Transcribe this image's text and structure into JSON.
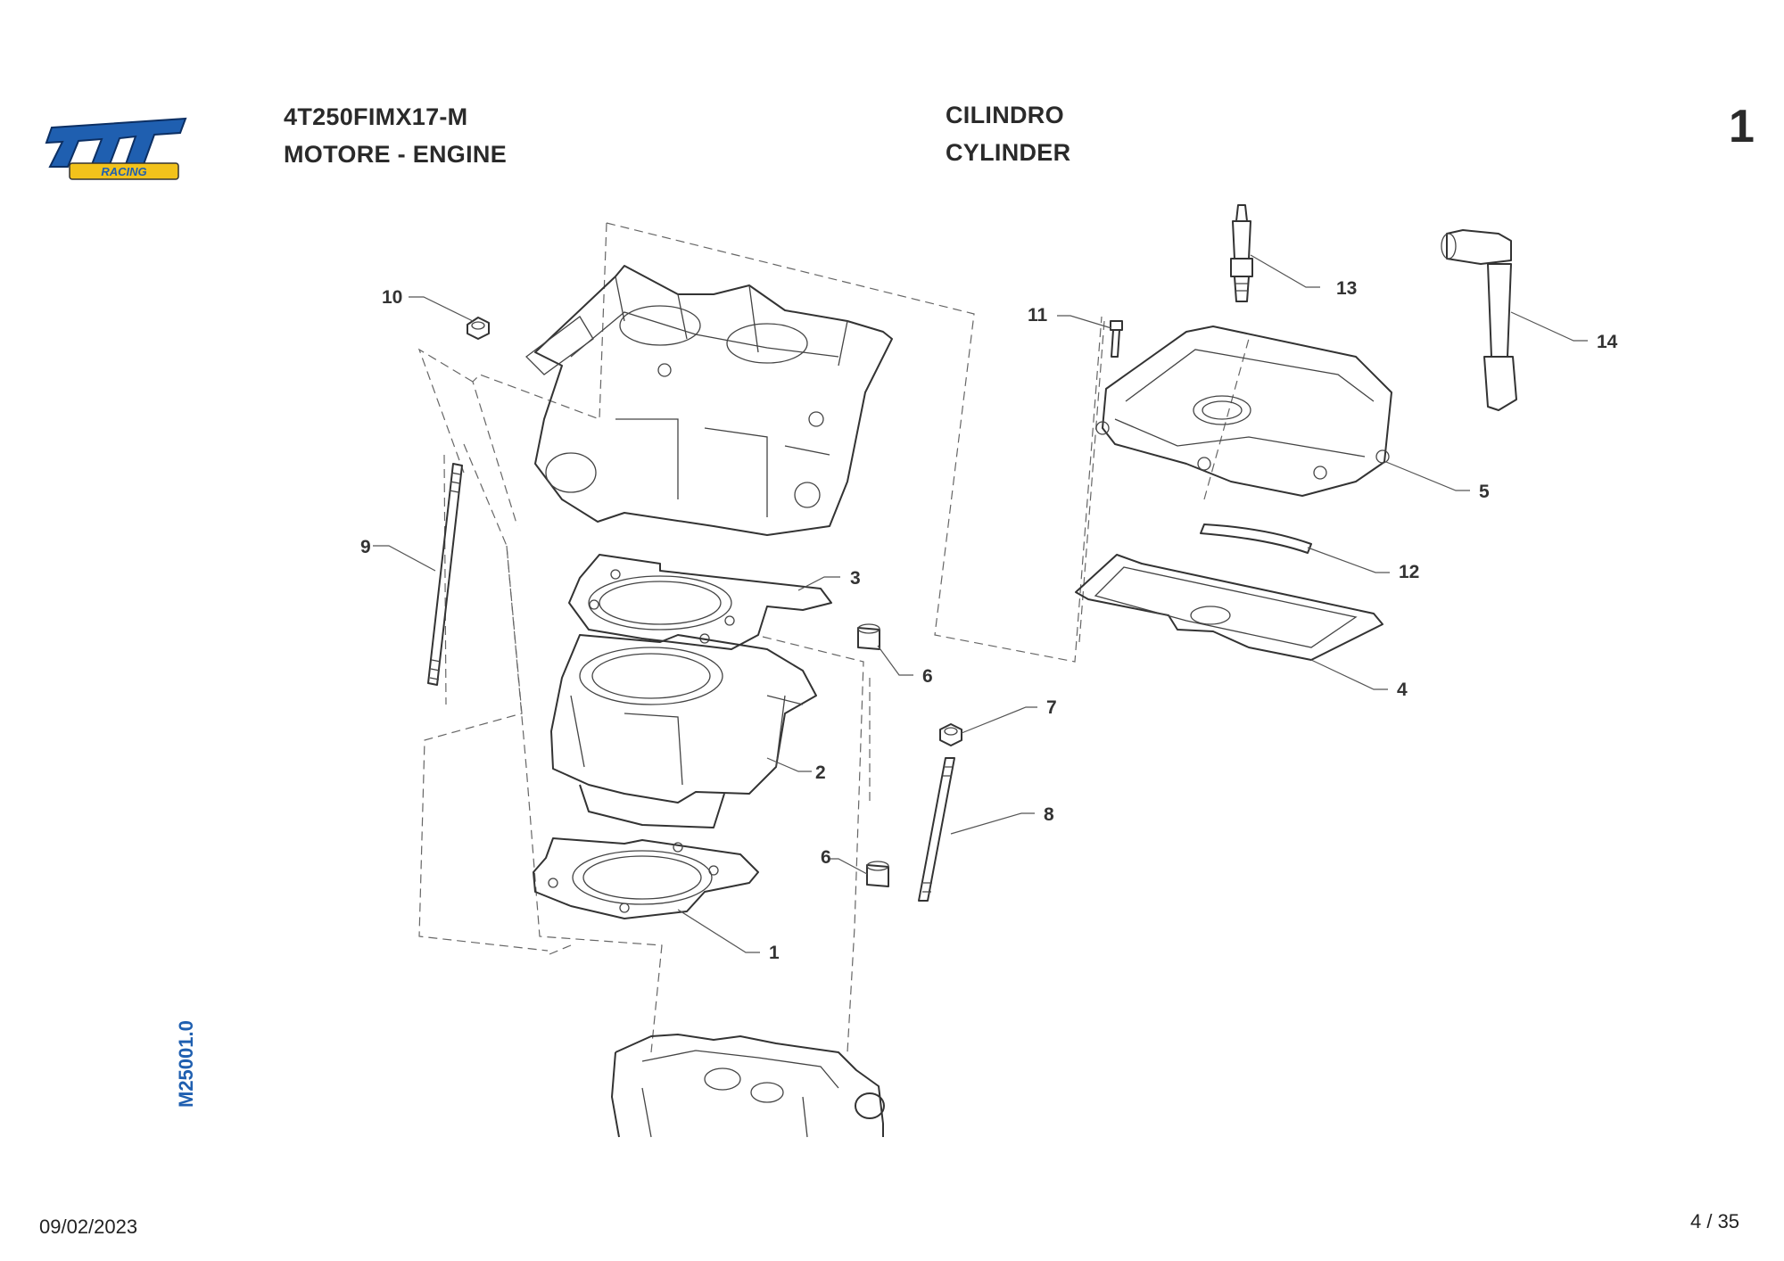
{
  "header": {
    "model_code": "4T250FIMX17-M",
    "section": "MOTORE - ENGINE",
    "title_it": "CILINDRO",
    "title_en": "CYLINDER",
    "page_group": "1"
  },
  "logo": {
    "brand": "tm",
    "sub": "RACING",
    "color": "#1f5fb0",
    "accent": "#f2c21b"
  },
  "side_code": "M25001.0",
  "footer": {
    "date": "09/02/2023",
    "page": "4 / 35"
  },
  "callouts": [
    {
      "n": "1"
    },
    {
      "n": "2"
    },
    {
      "n": "3"
    },
    {
      "n": "4"
    },
    {
      "n": "5"
    },
    {
      "n": "6"
    },
    {
      "n": "6"
    },
    {
      "n": "7"
    },
    {
      "n": "8"
    },
    {
      "n": "9"
    },
    {
      "n": "10"
    },
    {
      "n": "11"
    },
    {
      "n": "12"
    },
    {
      "n": "13"
    },
    {
      "n": "14"
    }
  ]
}
